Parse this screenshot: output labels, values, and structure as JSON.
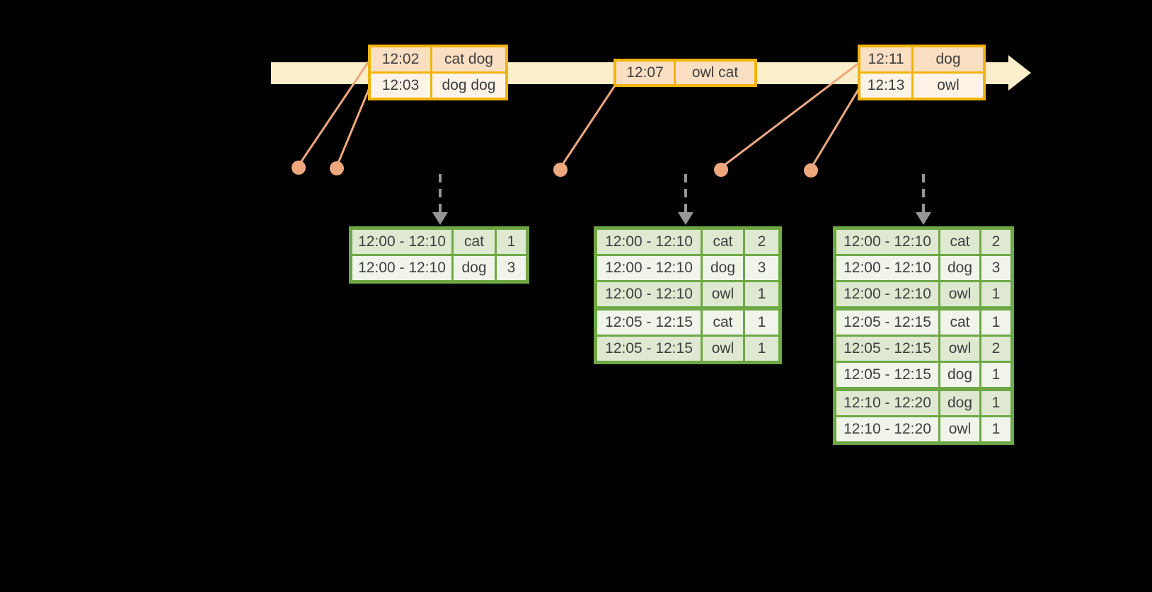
{
  "diagram": {
    "description": "windowed-stream-word-count-diagram",
    "colors": {
      "background": "#000000",
      "timeline_fill": "#FBEECB",
      "event_table_border": "#F2B30D",
      "event_row_dark": "#FADFC3",
      "event_row_light": "#FDF3E7",
      "connector_salmon": "#EEA87E",
      "trigger_arrow_gray": "#969696",
      "result_table_border": "#6DA845",
      "result_row_dark": "#DFE9D2",
      "result_row_light": "#F0F4EA",
      "text": "#3E3E3E"
    },
    "event_tables": [
      {
        "rows": [
          {
            "time": "12:02",
            "words": "cat dog"
          },
          {
            "time": "12:03",
            "words": "dog dog"
          }
        ]
      },
      {
        "rows": [
          {
            "time": "12:07",
            "words": "owl cat"
          }
        ]
      },
      {
        "rows": [
          {
            "time": "12:11",
            "words": "dog"
          },
          {
            "time": "12:13",
            "words": "owl"
          }
        ]
      }
    ],
    "result_tables": [
      {
        "rows": [
          {
            "window": "12:00 - 12:10",
            "word": "cat",
            "count": "1"
          },
          {
            "window": "12:00 - 12:10",
            "word": "dog",
            "count": "3"
          }
        ]
      },
      {
        "rows": [
          {
            "window": "12:00 - 12:10",
            "word": "cat",
            "count": "2"
          },
          {
            "window": "12:00 - 12:10",
            "word": "dog",
            "count": "3"
          },
          {
            "window": "12:00 - 12:10",
            "word": "owl",
            "count": "1"
          },
          {
            "window": "12:05 - 12:15",
            "word": "cat",
            "count": "1"
          },
          {
            "window": "12:05 - 12:15",
            "word": "owl",
            "count": "1"
          }
        ]
      },
      {
        "rows": [
          {
            "window": "12:00 - 12:10",
            "word": "cat",
            "count": "2"
          },
          {
            "window": "12:00 - 12:10",
            "word": "dog",
            "count": "3"
          },
          {
            "window": "12:00 - 12:10",
            "word": "owl",
            "count": "1"
          },
          {
            "window": "12:05 - 12:15",
            "word": "cat",
            "count": "1"
          },
          {
            "window": "12:05 - 12:15",
            "word": "owl",
            "count": "2"
          },
          {
            "window": "12:05 - 12:15",
            "word": "dog",
            "count": "1"
          },
          {
            "window": "12:10 - 12:20",
            "word": "dog",
            "count": "1"
          },
          {
            "window": "12:10 - 12:20",
            "word": "owl",
            "count": "1"
          }
        ]
      }
    ]
  }
}
